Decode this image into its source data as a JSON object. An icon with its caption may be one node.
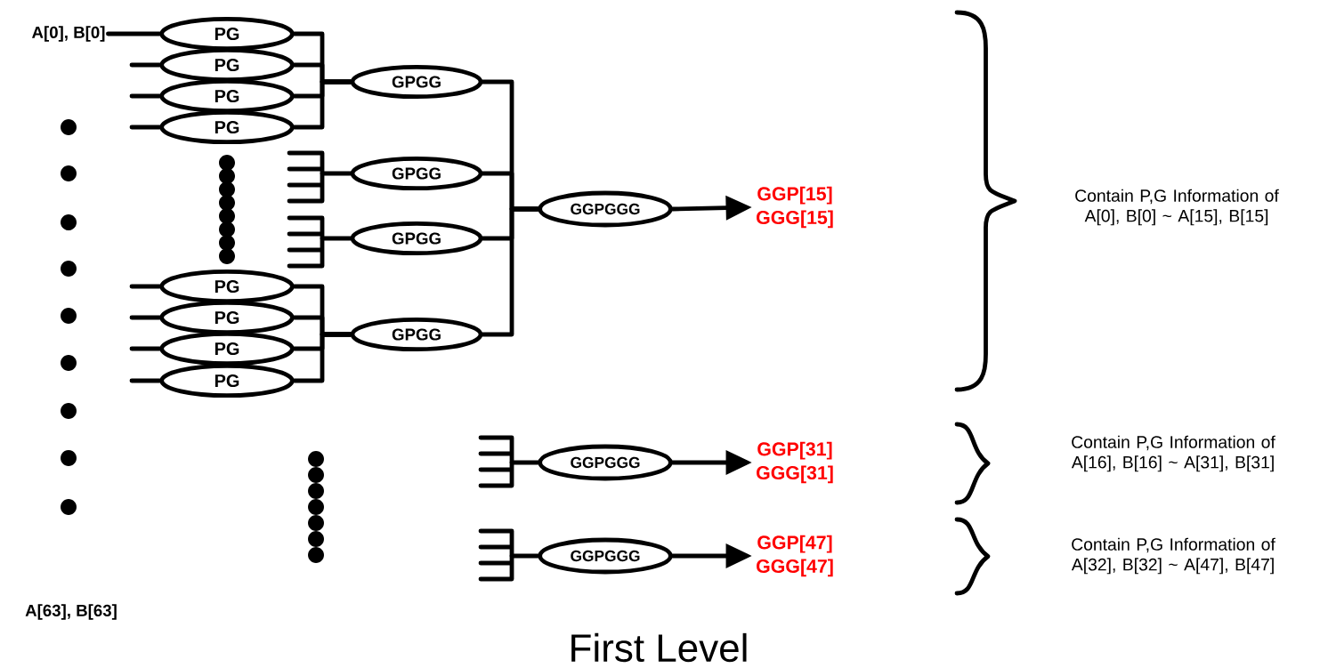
{
  "diagram": {
    "caption": "First Level",
    "nodes": [
      {
        "text": [
          "A[0], B[0]"
        ]
      },
      {
        "text": [
          "PG"
        ]
      },
      {
        "text": [
          "PG"
        ]
      },
      {
        "text": [
          "PG"
        ]
      },
      {
        "text": [
          "PG"
        ]
      },
      {
        "text": [
          "PG"
        ]
      },
      {
        "text": [
          "PG"
        ]
      },
      {
        "text": [
          "PG"
        ]
      },
      {
        "text": [
          "PG"
        ]
      },
      {
        "text": [
          "GPGG"
        ]
      },
      {
        "text": [
          "GPGG"
        ]
      },
      {
        "text": [
          "GPGG"
        ]
      },
      {
        "text": [
          "GPGG"
        ]
      },
      {
        "text": [
          "GGPGGG"
        ]
      },
      {
        "text": [
          "GGPGGG"
        ]
      },
      {
        "text": [
          "GGPGGG"
        ]
      },
      {
        "text": [
          "GGP[15]",
          "GGG[15]"
        ]
      },
      {
        "text": [
          "GGP[31]",
          "GGG[31]"
        ]
      },
      {
        "text": [
          "GGP[47]",
          "GGG[47]"
        ]
      }
    ],
    "edges": [
      {
        "from": 0,
        "to": 1,
        "arrow": "none"
      },
      {
        "from": null,
        "to": 2,
        "arrow": "none"
      },
      {
        "from": null,
        "to": 3,
        "arrow": "none"
      },
      {
        "from": null,
        "to": 4,
        "arrow": "none"
      },
      {
        "from": null,
        "to": 5,
        "arrow": "none"
      },
      {
        "from": null,
        "to": 6,
        "arrow": "none"
      },
      {
        "from": null,
        "to": 7,
        "arrow": "none"
      },
      {
        "from": null,
        "to": 8,
        "arrow": "none"
      },
      {
        "from": 1,
        "to": 9,
        "arrow": "none"
      },
      {
        "from": 2,
        "to": 9,
        "arrow": "none"
      },
      {
        "from": 3,
        "to": 9,
        "arrow": "none"
      },
      {
        "from": 4,
        "to": 9,
        "arrow": "none"
      },
      {
        "from": 5,
        "to": 12,
        "arrow": "none"
      },
      {
        "from": 6,
        "to": 12,
        "arrow": "none"
      },
      {
        "from": 7,
        "to": 12,
        "arrow": "none"
      },
      {
        "from": 8,
        "to": 12,
        "arrow": "none"
      },
      {
        "from": null,
        "to": 10,
        "arrow": "none"
      },
      {
        "from": null,
        "to": 11,
        "arrow": "none"
      },
      {
        "from": 9,
        "to": 13,
        "arrow": "none"
      },
      {
        "from": 10,
        "to": 13,
        "arrow": "none"
      },
      {
        "from": 11,
        "to": 13,
        "arrow": "none"
      },
      {
        "from": 12,
        "to": 13,
        "arrow": "none"
      },
      {
        "from": null,
        "to": 14,
        "arrow": "none"
      },
      {
        "from": null,
        "to": 15,
        "arrow": "none"
      },
      {
        "from": 13,
        "to": 16,
        "arrow": "to"
      },
      {
        "from": 14,
        "to": 17,
        "arrow": "to"
      },
      {
        "from": 15,
        "to": 18,
        "arrow": "to"
      }
    ],
    "labels": [
      "Contain P,G Information of A[0], B[0] ~ A[15], B[15]",
      "Contain P,G Information of A[16], B[16] ~ A[31], B[31]",
      "Contain P,G Information of A[32], B[32] ~ A[47], B[47]",
      "A[63], B[63]"
    ]
  }
}
